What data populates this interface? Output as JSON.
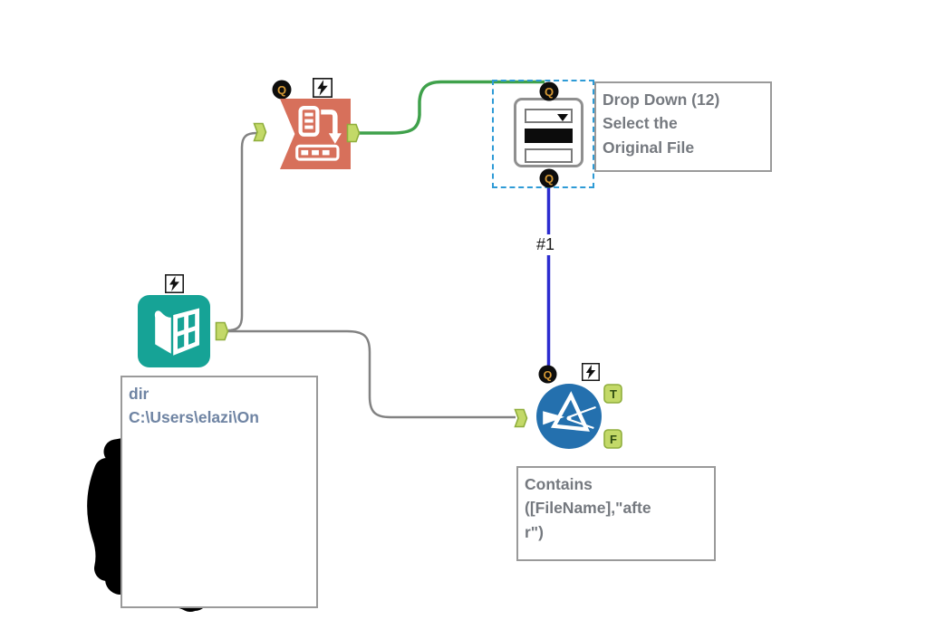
{
  "app": "workflow-canvas",
  "anchors": {
    "q": "Q",
    "t": "T",
    "f": "F"
  },
  "tools": {
    "transpose": {
      "name": "Transpose tool",
      "color": "#d7705b"
    },
    "dropdown": {
      "name": "Drop Down tool",
      "selected": true
    },
    "directory": {
      "name": "Directory tool",
      "color": "#16a396"
    },
    "filter": {
      "name": "Filter tool",
      "color": "#2470ae"
    }
  },
  "annotations": {
    "dropdown": {
      "lines": [
        "Drop Down (12)",
        "Select the",
        "Original File"
      ]
    },
    "filter": {
      "lines": [
        "Contains",
        "([FileName],\"afte",
        "r\")"
      ]
    },
    "dir": {
      "lines": [
        "dir",
        "C:\\Users\\elazi\\On"
      ],
      "redacted": true
    }
  },
  "connections": {
    "interface_wire": {
      "label": "#1",
      "color": "#2b2bd0"
    },
    "green_wire": {
      "color": "#3fa14b"
    },
    "gray_wire": {
      "color": "#828282"
    }
  },
  "colors": {
    "anchor_fill": "#c3d968",
    "anchor_border": "#8fae3c",
    "selection_dash": "#2e9bd6",
    "annotation_border": "#9a9a9a",
    "annotation_text": "#75797f",
    "dir_annotation_text": "#6f84a3",
    "q_badge_text": "#d79a35",
    "redaction": "#000000"
  }
}
